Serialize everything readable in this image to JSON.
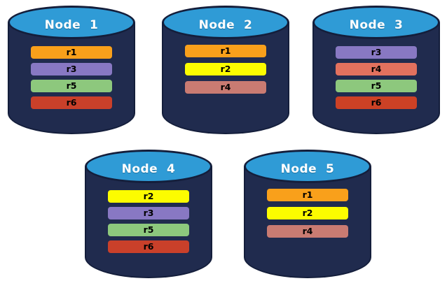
{
  "diagram": {
    "description": "Replica distribution across five database nodes",
    "background_color": "#FFFFFF",
    "cylinder": {
      "body_color": "#202B4E",
      "outline_color": "#141E3B",
      "top_color": "#2F9BD6",
      "title_color": "#FFFFFF",
      "bar_text_color": "#000000",
      "shape": "database-cylinder-icon"
    },
    "nodes": [
      {
        "title": "Node  1",
        "bars": [
          {
            "label": "r1",
            "color": "#F9A01B"
          },
          {
            "label": "r3",
            "color": "#8878C3"
          },
          {
            "label": "r5",
            "color": "#8DC87D"
          },
          {
            "label": "r6",
            "color": "#C9402A"
          }
        ]
      },
      {
        "title": "Node  2",
        "bars": [
          {
            "label": "r1",
            "color": "#F9A01B"
          },
          {
            "label": "r2",
            "color": "#FCFC00"
          },
          {
            "label": "r4",
            "color": "#C97B72"
          }
        ]
      },
      {
        "title": "Node  3",
        "bars": [
          {
            "label": "r3",
            "color": "#8878C3"
          },
          {
            "label": "r4",
            "color": "#E2715E"
          },
          {
            "label": "r5",
            "color": "#8DC87D"
          },
          {
            "label": "r6",
            "color": "#CC4125"
          }
        ]
      },
      {
        "title": "Node  4",
        "bars": [
          {
            "label": "r2",
            "color": "#FCFC00"
          },
          {
            "label": "r3",
            "color": "#8878C3"
          },
          {
            "label": "r5",
            "color": "#8DC87D"
          },
          {
            "label": "r6",
            "color": "#C9402A"
          }
        ]
      },
      {
        "title": "Node  5",
        "bars": [
          {
            "label": "r1",
            "color": "#F9A01B"
          },
          {
            "label": "r2",
            "color": "#FCFC00"
          },
          {
            "label": "r4",
            "color": "#C97B72"
          }
        ]
      }
    ]
  }
}
